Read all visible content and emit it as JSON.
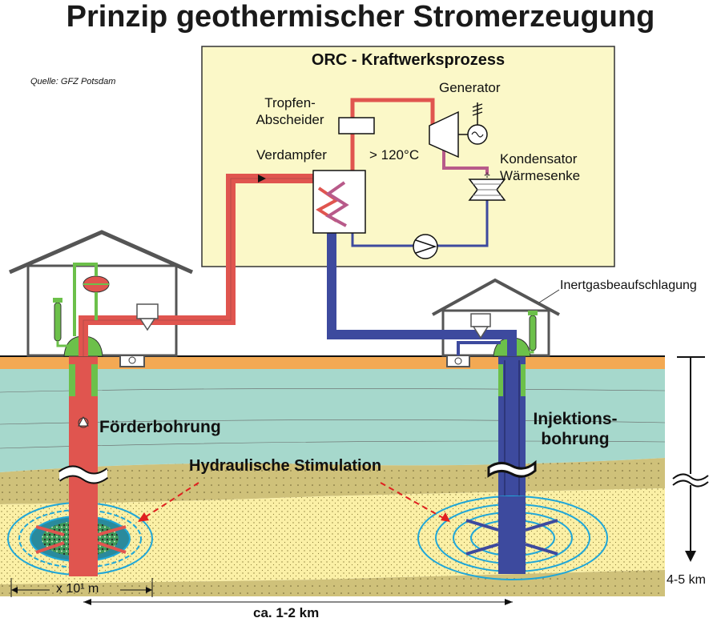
{
  "title": "Prinzip geothermischer Stromerzeugung",
  "source": "Quelle: GFZ Potsdam",
  "orc": {
    "title": "ORC - Kraftwerksprozess",
    "generator": "Generator",
    "separator_line1": "Tropfen-",
    "separator_line2": "Abscheider",
    "evaporator": "Verdampfer",
    "temperature": "> 120°C",
    "condenser_line1": "Kondensator",
    "condenser_line2": "Wärmesenke"
  },
  "inert_gas": "Inertgasbeaufschlagung",
  "production_well": "Förderbohrung",
  "injection_well_line1": "Injektions-",
  "injection_well_line2": "bohrung",
  "stimulation": "Hydraulische Stimulation",
  "fracture_size": "x 10¹ m",
  "well_distance": "ca. 1-2 km",
  "depth": "4-5 km",
  "colors": {
    "hot_pipe": "#e0554f",
    "cold_pipe": "#3d4a9e",
    "wellhead": "#6cc04a",
    "surface": "#f3a953",
    "aquifer": "#a6d8cc",
    "sandstone": "#fbf0a6",
    "shale": "#cfc17a",
    "orc_box": "#fbf8c8",
    "fracture": "#1fa6d8"
  }
}
